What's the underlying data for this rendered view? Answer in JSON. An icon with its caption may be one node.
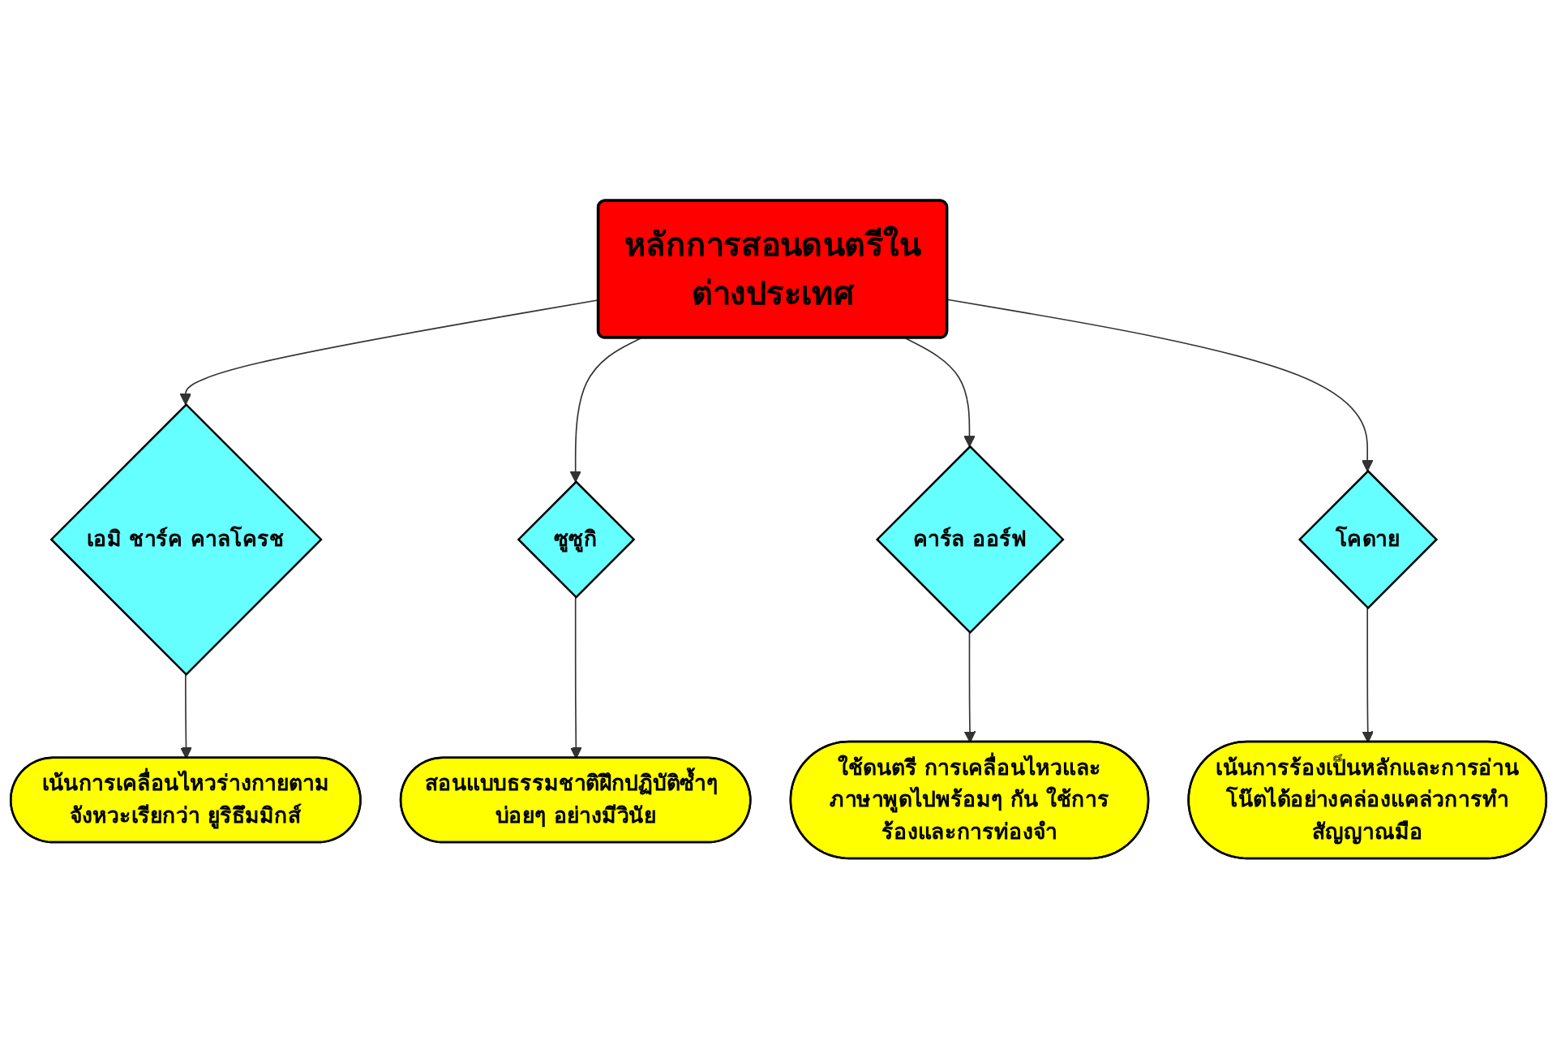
{
  "diagram": {
    "nodes": [
      {
        "text": [
          "หลักการสอนดนตรีในต่างประเทศ"
        ]
      },
      {
        "text": [
          "เอมิ ชาร์ค คาลโครช"
        ]
      },
      {
        "text": [
          "เน้นการเคลื่อนไหวร่างกายตามจังหวะเรียกว่า ยูริธึมมิกส์"
        ]
      },
      {
        "text": [
          "ซูซูกิ"
        ]
      },
      {
        "text": [
          "สอนแบบธรรมชาติฝึกปฏิบัติซ้ำๆ บ่อยๆ อย่างมีวินัย"
        ]
      },
      {
        "text": [
          "คาร์ล ออร์ฟ"
        ]
      },
      {
        "text": [
          "ใช้ดนตรี การเคลื่อนไหวและภาษาพูดไปพร้อมๆ กัน ใช้การร้องและการท่องจำ"
        ]
      },
      {
        "text": [
          "โคดาย"
        ]
      },
      {
        "text": [
          "เน้นการร้องเป็นหลักและการอ่านโน๊ตได้อย่างคล่องแคล่วการทำสัญญาณมือ"
        ]
      }
    ],
    "edges": [
      {
        "from": 0,
        "to": 1,
        "arrow": "to"
      },
      {
        "from": 1,
        "to": 2,
        "arrow": "to"
      },
      {
        "from": 0,
        "to": 3,
        "arrow": "to"
      },
      {
        "from": 3,
        "to": 4,
        "arrow": "to"
      },
      {
        "from": 0,
        "to": 5,
        "arrow": "to"
      },
      {
        "from": 5,
        "to": 6,
        "arrow": "to"
      },
      {
        "from": 0,
        "to": 7,
        "arrow": "to"
      },
      {
        "from": 7,
        "to": 8,
        "arrow": "to"
      }
    ]
  }
}
